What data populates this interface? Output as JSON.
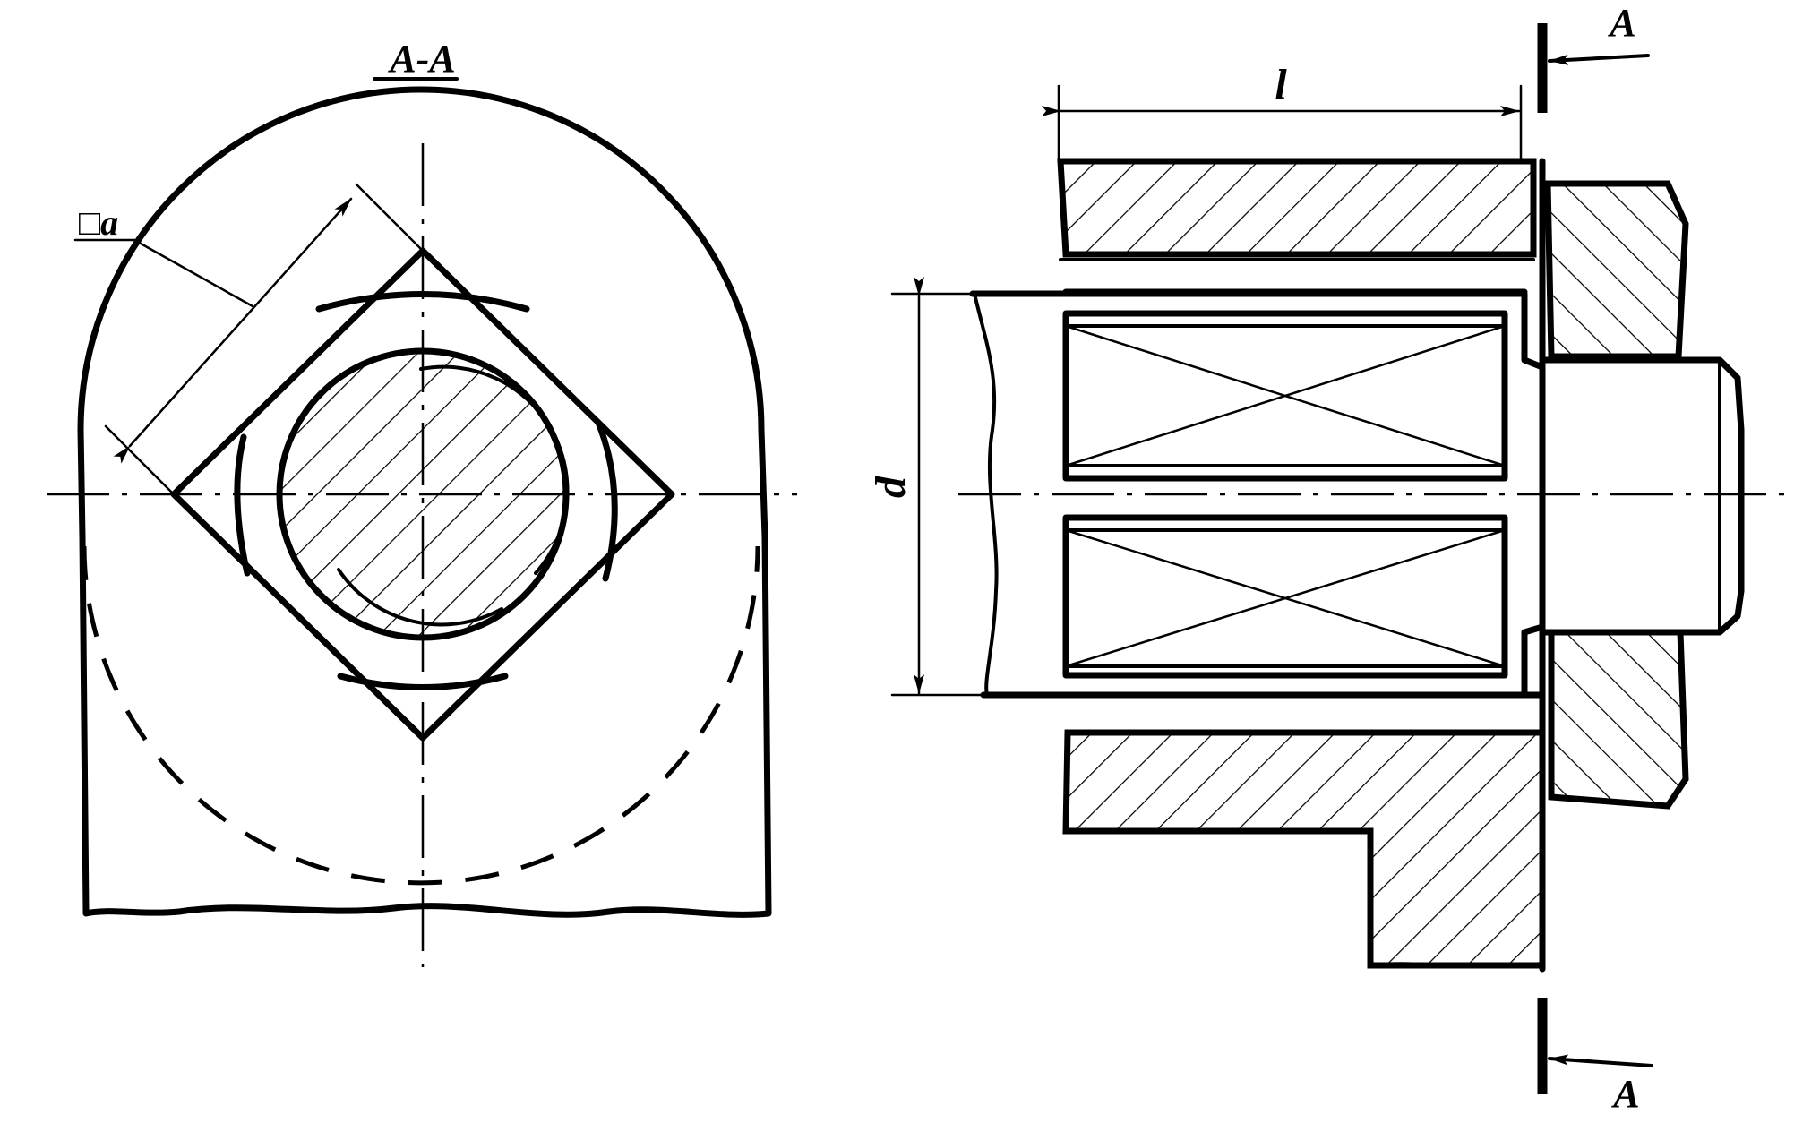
{
  "labels": {
    "section_title": "A-A",
    "square_label": "□a",
    "length_label": "l",
    "diameter_label": "d",
    "section_mark_top": "A",
    "section_mark_bottom": "A"
  }
}
